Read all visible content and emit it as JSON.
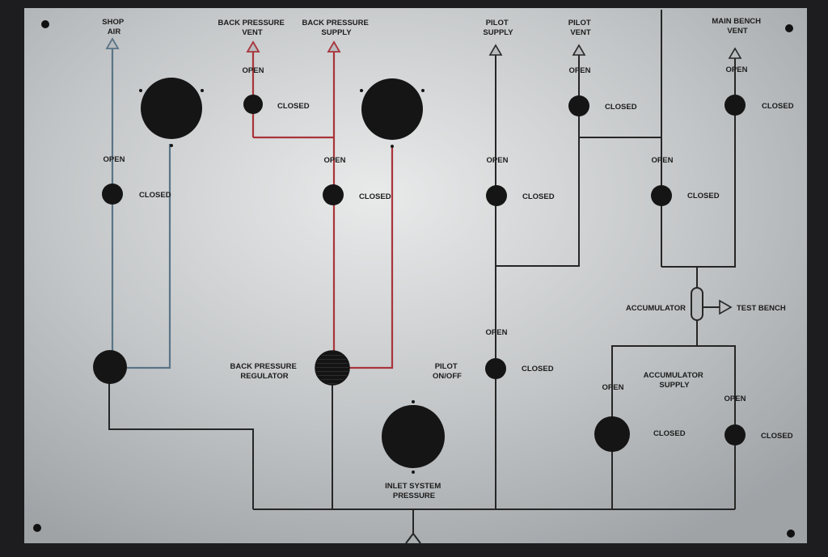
{
  "labels": {
    "shop_air": [
      "SHOP",
      "AIR"
    ],
    "bp_vent": [
      "BACK PRESSURE",
      "VENT"
    ],
    "bp_supply": [
      "BACK PRESSURE",
      "SUPPLY"
    ],
    "pilot_supply": [
      "PILOT",
      "SUPPLY"
    ],
    "pilot_vent": [
      "PILOT",
      "VENT"
    ],
    "main_bench_vent": [
      "MAIN BENCH",
      "VENT"
    ],
    "bp_regulator": [
      "BACK PRESSURE",
      "REGULATOR"
    ],
    "pilot_onoff": [
      "PILOT",
      "ON/OFF"
    ],
    "accumulator": "ACCUMULATOR",
    "test_bench": "TEST BENCH",
    "accumulator_supply": [
      "ACCUMULATOR",
      "SUPPLY"
    ],
    "inlet_system_pressure": [
      "INLET SYSTEM",
      "PRESSURE"
    ],
    "open": "OPEN",
    "closed": "CLOSED"
  },
  "colors": {
    "panel": "#b9bcbe",
    "blue_line": "#5a7486",
    "red_line": "#a8343a",
    "black_line": "#262626",
    "knob": "#151515",
    "background": "#1d1d1f"
  }
}
